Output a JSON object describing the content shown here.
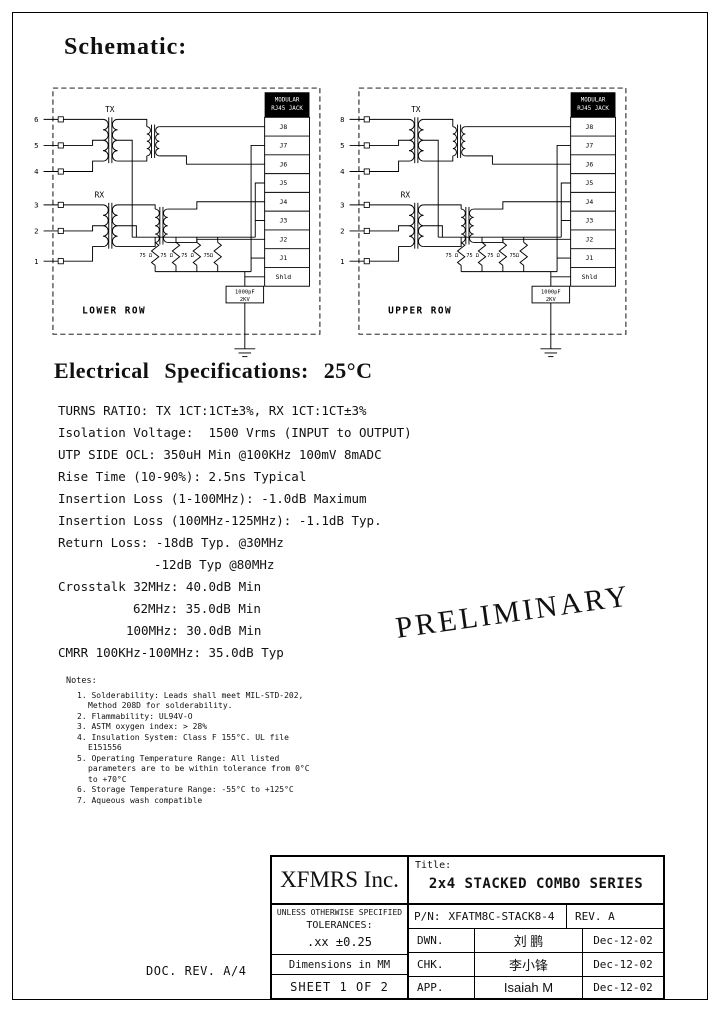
{
  "page": {
    "schematic_heading": "Schematic:",
    "espec_heading": "Electrical Specifications: 25°C",
    "watermark": "PRELIMINARY",
    "doc_rev": "DOC. REV. A/4"
  },
  "schematics": {
    "left": {
      "tx_label": "TX",
      "rx_label": "RX",
      "jack_header_line1": "MODULAR",
      "jack_header_line2": "RJ45 JACK",
      "row_label": "LOWER ROW",
      "pins_left": [
        "6",
        "5",
        "4",
        "3",
        "2",
        "1"
      ],
      "jack_pins": [
        "J8",
        "J7",
        "J6",
        "J5",
        "J4",
        "J3",
        "J2",
        "J1",
        "Shld"
      ],
      "resistors": [
        "75 Ω",
        "75 Ω",
        "75 Ω",
        "75Ω"
      ],
      "cap_line1": "1000pF",
      "cap_line2": "2KV"
    },
    "right": {
      "tx_label": "TX",
      "rx_label": "RX",
      "jack_header_line1": "MODULAR",
      "jack_header_line2": "RJ45 JACK",
      "row_label": "UPPER ROW",
      "pins_left": [
        "8",
        "5",
        "4",
        "3",
        "2",
        "1"
      ],
      "jack_pins": [
        "J8",
        "J7",
        "J6",
        "J5",
        "J4",
        "J3",
        "J2",
        "J1",
        "Shld"
      ],
      "resistors": [
        "75 Ω",
        "75 Ω",
        "75 Ω",
        "75Ω"
      ],
      "cap_line1": "1000pF",
      "cap_line2": "2KV"
    }
  },
  "specs": [
    "TURNS RATIO: TX 1CT:1CT±3%, RX 1CT:1CT±3%",
    "Isolation Voltage:  1500 Vrms (INPUT to OUTPUT)",
    "UTP SIDE OCL: 350uH Min @100KHz 100mV 8mADC",
    "Rise Time (10-90%): 2.5ns Typical",
    "Insertion Loss (1-100MHz): -1.0dB Maximum",
    "Insertion Loss (100MHz-125MHz): -1.1dB Typ.",
    "Return Loss: -18dB Typ. @30MHz",
    "-12dB Typ @80MHz",
    "Crosstalk 32MHz: 40.0dB Min",
    "62MHz: 35.0dB Min",
    "100MHz: 30.0dB Min",
    "CMRR 100KHz-100MHz: 35.0dB Typ"
  ],
  "notes": {
    "heading": "Notes:",
    "items": [
      "1. Solderability: Leads shall meet MIL-STD-202, Method 208D for solderability.",
      "2. Flammability: UL94V-O",
      "3. ASTM oxygen index: > 28%",
      "4. Insulation System: Class F 155°C. UL file E151556",
      "5. Operating Temperature Range: All listed parameters are to be within tolerance from 0°C to +70°C",
      "6. Storage Temperature Range: -55°C to +125°C",
      "7. Aqueous wash compatible"
    ]
  },
  "titleblock": {
    "company": "XFMRS Inc.",
    "title_label": "Title:",
    "title": "2x4 STACKED COMBO SERIES",
    "spec_note1": "UNLESS OTHERWISE SPECIFIED",
    "spec_note2": "TOLERANCES:",
    "spec_note3": ".xx ±0.25",
    "dims": "Dimensions in MM",
    "sheet": "SHEET 1 OF 2",
    "pn_label": "P/N:",
    "pn": "XFATM8C-STACK8-4",
    "rev": "REV. A",
    "rows": [
      {
        "role": "DWN.",
        "name": "刘 鹏",
        "date": "Dec-12-02"
      },
      {
        "role": "CHK.",
        "name": "李小锋",
        "date": "Dec-12-02"
      },
      {
        "role": "APP.",
        "name": "Isaiah M",
        "date": "Dec-12-02"
      }
    ]
  }
}
